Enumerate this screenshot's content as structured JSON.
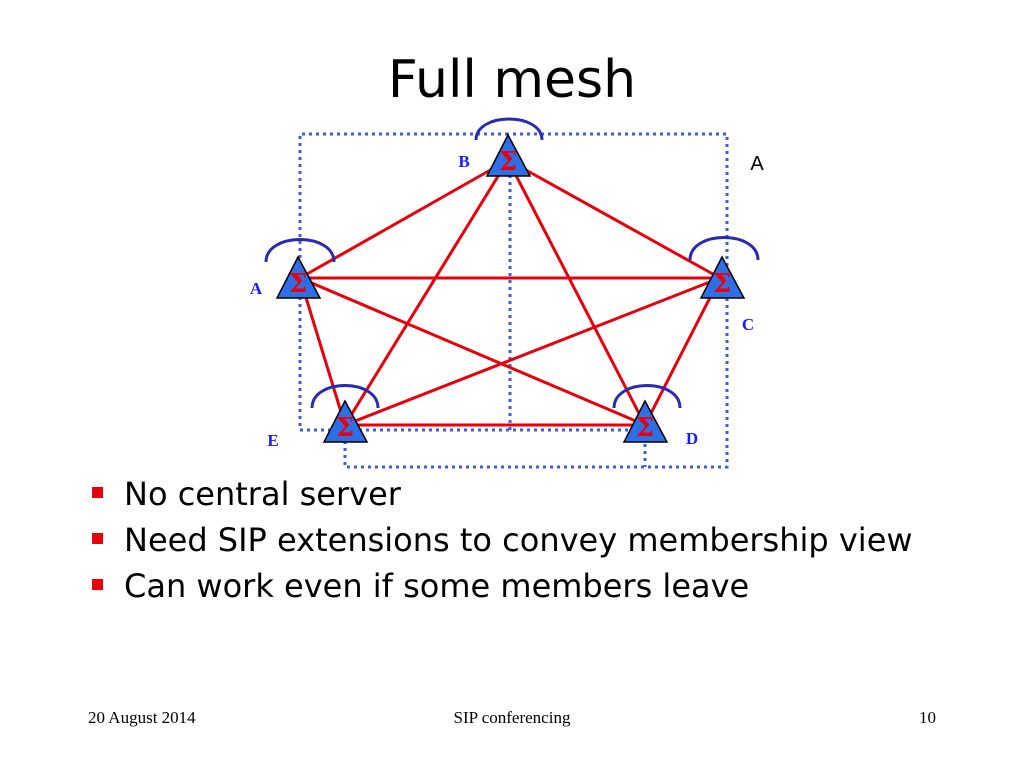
{
  "slide": {
    "title": "Full mesh",
    "corner_label": "A",
    "colors": {
      "mesh_line": "#e8000b",
      "node_fill": "#2e6fe6",
      "node_stroke": "#000000",
      "sigma": "#e8000b",
      "node_label": "#1a1aff",
      "loop_arc": "#2a2ab0",
      "dotted_box": "#3a5fd8"
    },
    "nodes": [
      {
        "id": "B",
        "label": "B",
        "sigma": "Σ"
      },
      {
        "id": "A",
        "label": "A",
        "sigma": "Σ"
      },
      {
        "id": "C",
        "label": "C",
        "sigma": "Σ"
      },
      {
        "id": "D",
        "label": "D",
        "sigma": "Σ"
      },
      {
        "id": "E",
        "label": "E",
        "sigma": "Σ"
      }
    ],
    "bullets": [
      "No central server",
      "Need SIP extensions to convey membership view",
      "Can work even if some members leave"
    ],
    "footer": {
      "date": "20 August 2014",
      "center": "SIP conferencing",
      "page": "10"
    }
  }
}
